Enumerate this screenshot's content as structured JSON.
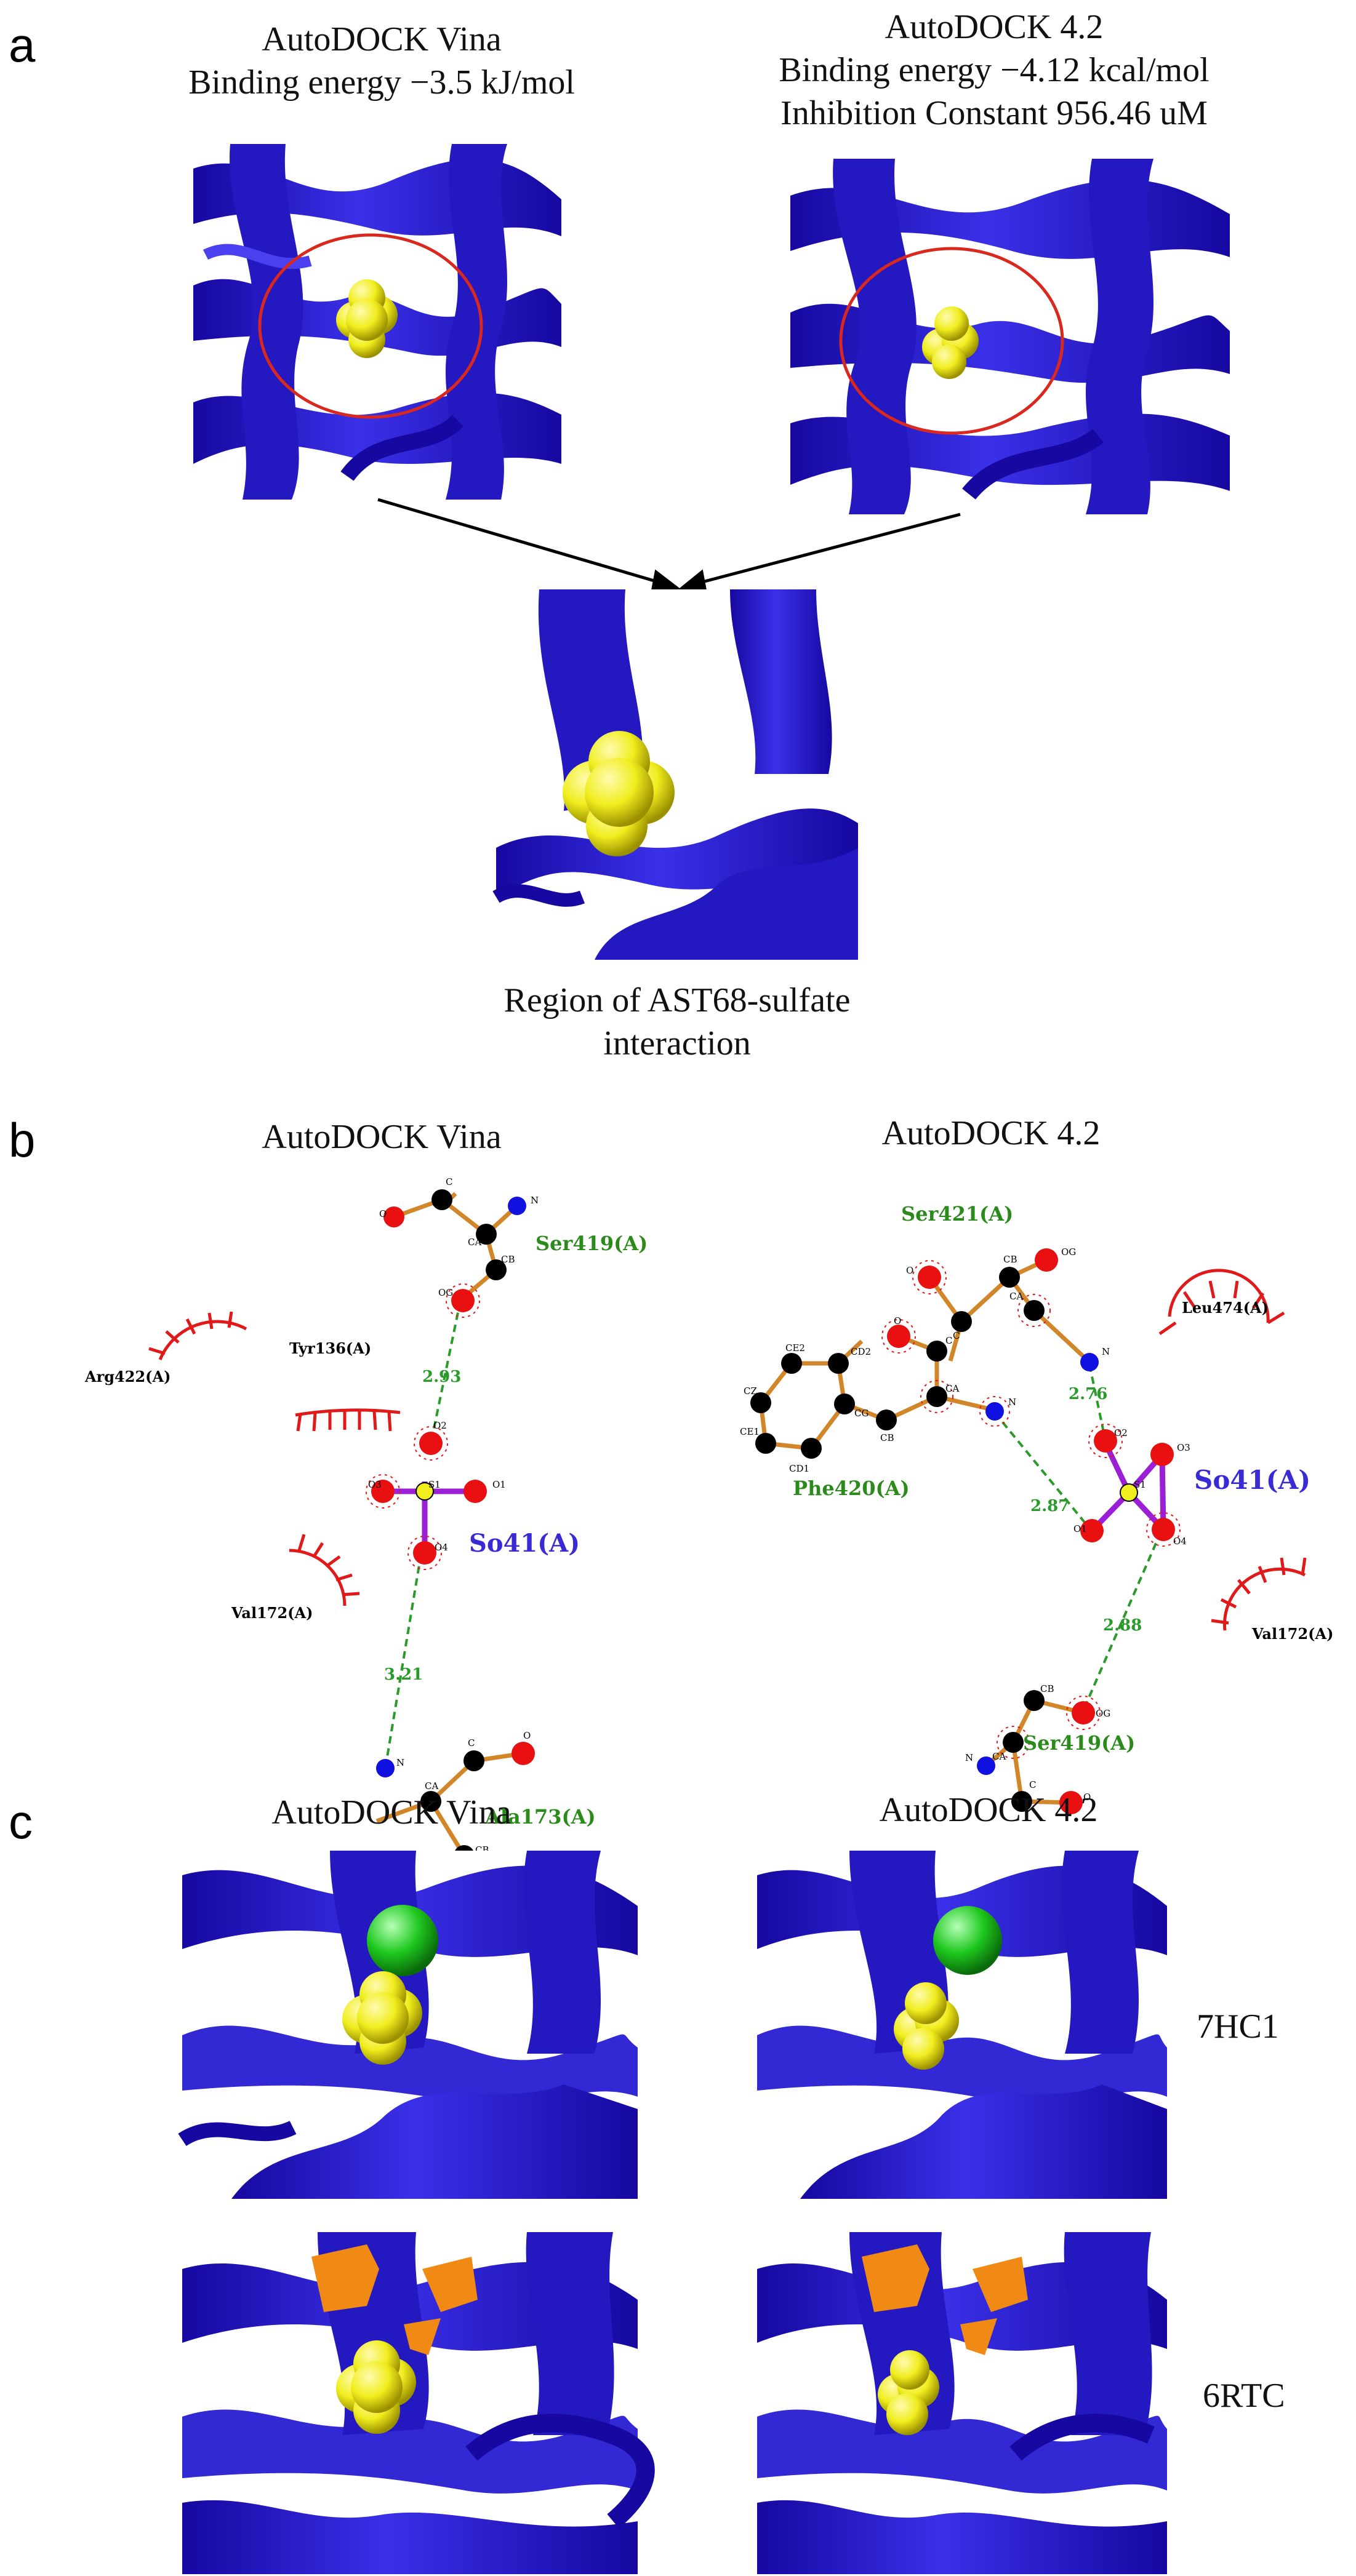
{
  "panel_a": {
    "letter": "a",
    "vina": {
      "title": "AutoDOCK Vina",
      "energy": "Binding energy −3.5 kJ/mol"
    },
    "ad42": {
      "title": "AutoDOCK 4.2",
      "energy": "Binding energy −4.12 kcal/mol",
      "ki": "Inhibition Constant 956.46 uM"
    },
    "caption_line1": "Region of AST68-sulfate",
    "caption_line2": "interaction"
  },
  "panel_b": {
    "letter": "b",
    "vina": {
      "title": "AutoDOCK Vina",
      "ligand": "So41(A)",
      "residues": [
        "Ser419(A)",
        "Ala173(A)"
      ],
      "hydrophobic": [
        "Arg422(A)",
        "Tyr136(A)",
        "Val172(A)"
      ],
      "atoms": [
        "O",
        "C",
        "N",
        "CA",
        "CB",
        "OG",
        "O2",
        "O3",
        "S1",
        "O1",
        "O4",
        "N",
        "CA",
        "C",
        "O",
        "CB"
      ],
      "hbonds": [
        "2.93",
        "3.21"
      ]
    },
    "ad42": {
      "title": "AutoDOCK 4.2",
      "ligand": "So41(A)",
      "residues": [
        "Ser421(A)",
        "Phe420(A)",
        "Ser419(A)"
      ],
      "hydrophobic": [
        "Leu474(A)",
        "Val172(A)"
      ],
      "atoms": [
        "CB",
        "OG",
        "O",
        "C",
        "CA",
        "N",
        "CE2",
        "CD2",
        "CZ",
        "CG",
        "CE1",
        "CD1",
        "CB",
        "O",
        "C",
        "CA",
        "N",
        "O2",
        "O3",
        "S1",
        "O1",
        "O4",
        "CB",
        "OG",
        "N",
        "CA",
        "C",
        "O"
      ],
      "hbonds": [
        "2.76",
        "2.87",
        "2.88"
      ]
    }
  },
  "panel_c": {
    "letter": "c",
    "col_vina": "AutoDOCK Vina",
    "col_ad42": "AutoDOCK 4.2",
    "row1": "7HC1",
    "row2": "6RTC"
  },
  "colors": {
    "protein": "#2a1fc8",
    "protein_dark": "#1608a0",
    "sulfate": "#f0ee1e",
    "pocket_circle": "#d9281e",
    "chloride": "#1ec81e",
    "orange_ss": "#f08a14",
    "bond": "#d2862a",
    "carbon": "#000000",
    "oxygen": "#e81010",
    "nitrogen": "#1010e0",
    "sulfur": "#f0ee1e",
    "ligand_bond": "#9b1fd6",
    "hbond": "#2a9a2a",
    "residue_label": "#2a8a1a",
    "ligand_label": "#3a2ad6",
    "hydrophobic": "#e01a1a"
  }
}
